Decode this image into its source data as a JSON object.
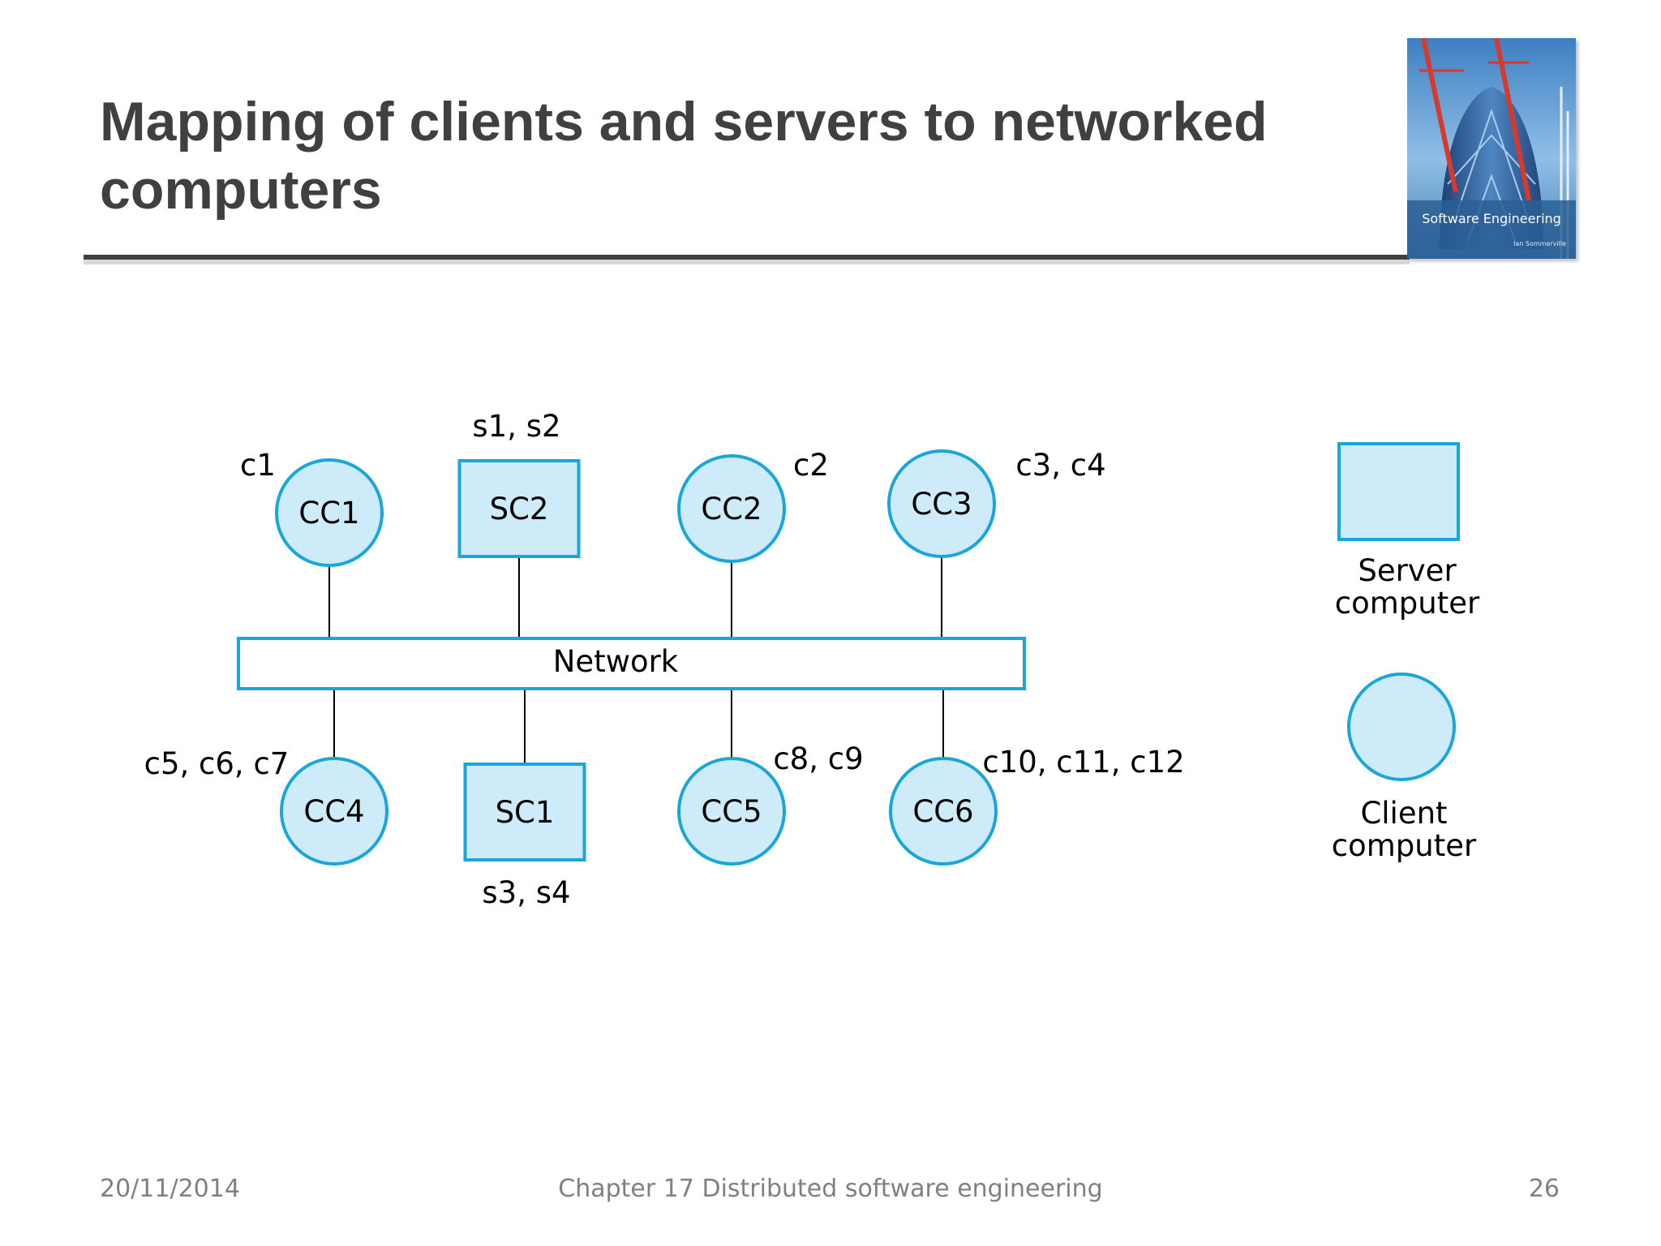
{
  "slide": {
    "title": "Mapping of clients and servers to networked computers",
    "cover_image": {
      "title": "Software Engineering",
      "author": "Ian Sommerville"
    }
  },
  "diagram": {
    "network_label": "Network",
    "nodes": [
      {
        "id": "CC1",
        "kind": "client",
        "row": "top",
        "annotation": "c1"
      },
      {
        "id": "SC2",
        "kind": "server",
        "row": "top",
        "annotation": "s1, s2"
      },
      {
        "id": "CC2",
        "kind": "client",
        "row": "top",
        "annotation": "c2"
      },
      {
        "id": "CC3",
        "kind": "client",
        "row": "top",
        "annotation": "c3, c4"
      },
      {
        "id": "CC4",
        "kind": "client",
        "row": "bottom",
        "annotation": "c5, c6, c7"
      },
      {
        "id": "SC1",
        "kind": "server",
        "row": "bottom",
        "annotation": "s3, s4"
      },
      {
        "id": "CC5",
        "kind": "client",
        "row": "bottom",
        "annotation": "c8, c9"
      },
      {
        "id": "CC6",
        "kind": "client",
        "row": "bottom",
        "annotation": "c10, c11, c12"
      }
    ],
    "legend": {
      "server_label_line1": "Server",
      "server_label_line2": "computer",
      "client_label_line1": "Client",
      "client_label_line2": "computer"
    },
    "colors": {
      "shape_fill": "#cdebf8",
      "shape_stroke": "#1aa6d9",
      "connector": "#000000"
    }
  },
  "footer": {
    "date": "20/11/2014",
    "chapter": "Chapter 17 Distributed software engineering",
    "page": "26"
  }
}
